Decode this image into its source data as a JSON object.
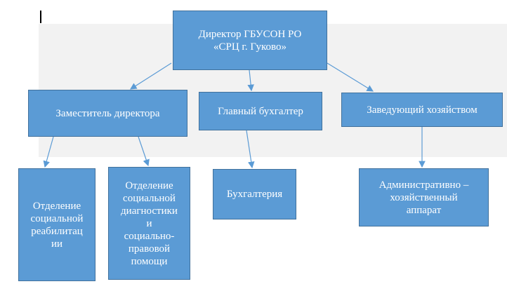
{
  "nodes": {
    "director": "Директор ГБУСОН РО\n«СРЦ г. Гуково»",
    "deputy": "Заместитель директора",
    "accountant": "Главный бухгалтер",
    "housekeeping": "Заведующий хозяйством",
    "rehab": "Отделение\nсоциальной\nреабилитац\nии",
    "diagnostics": "Отделение\nсоциальной\nдиагностики\nи\nсоциально-\nправовой\nпомощи",
    "accounting": "Бухгалтерия",
    "admin": "Административно –\nхозяйственный\nаппарат"
  },
  "colors": {
    "box": "#5b9bd5",
    "border": "#41719c",
    "text": "#ffffff"
  }
}
